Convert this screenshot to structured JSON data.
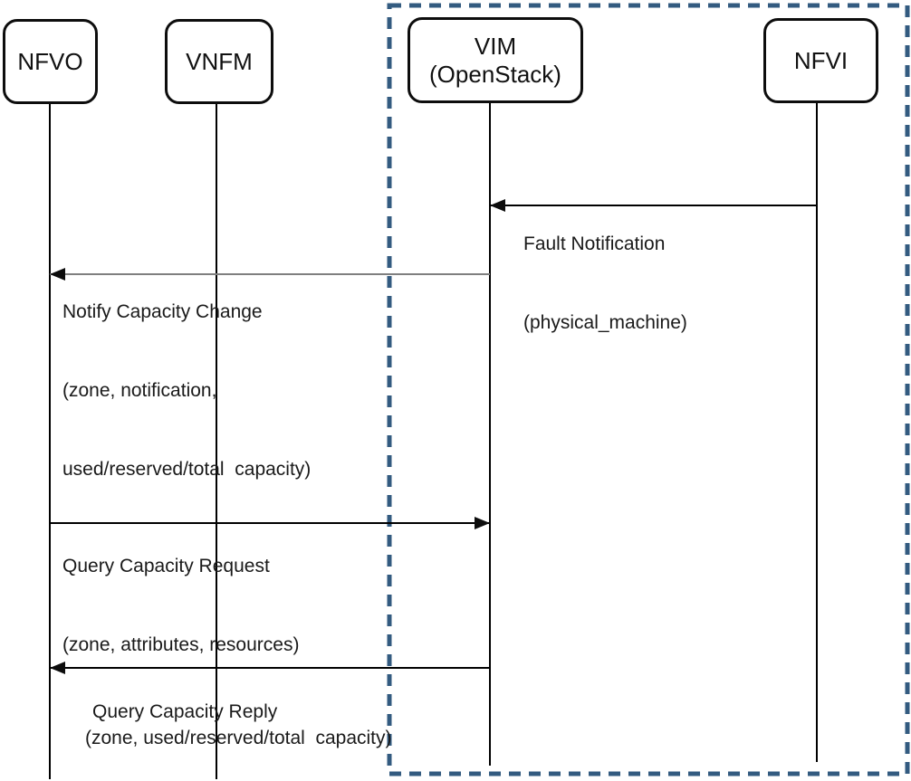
{
  "diagram": {
    "type": "sequence-diagram",
    "actors": [
      {
        "label": "NFVO"
      },
      {
        "label": "VNFM"
      },
      {
        "label": "VIM",
        "sublabel": "(OpenStack)"
      },
      {
        "label": "NFVI"
      }
    ],
    "boundary": {
      "style": "dashed",
      "color": "#335b80",
      "contains": [
        "VIM (OpenStack)",
        "NFVI"
      ]
    },
    "messages": [
      {
        "from": "NFVI",
        "to": "VIM (OpenStack)",
        "direction": "left",
        "line_color": "#000000",
        "lines": [
          "Fault Notification",
          "(physical_machine)"
        ]
      },
      {
        "from": "VIM (OpenStack)",
        "to": "NFVO",
        "direction": "left",
        "line_color": "#7f7f7f",
        "lines": [
          "Notify Capacity Change",
          "(zone, notification,",
          "used/reserved/total  capacity)"
        ]
      },
      {
        "from": "NFVO",
        "to": "VIM (OpenStack)",
        "direction": "right",
        "line_color": "#000000",
        "lines": [
          "Query Capacity Request",
          "(zone, attributes, resources)"
        ]
      },
      {
        "from": "VIM (OpenStack)",
        "to": "NFVO",
        "direction": "left",
        "line_color": "#000000",
        "lines": [
          "Query Capacity Reply",
          "(zone, used/reserved/total  capacity)"
        ]
      }
    ]
  }
}
